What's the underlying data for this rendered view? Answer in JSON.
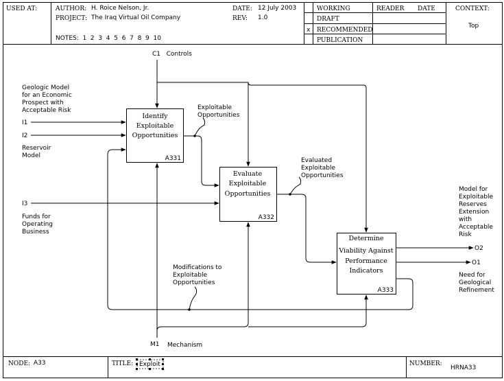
{
  "header": {
    "used_at": "USED AT:",
    "author_label": "AUTHOR:",
    "author": "H. Roice Nelson, Jr.",
    "project_label": "PROJECT:",
    "project": "The Iraq Virtual Oil Company",
    "date_label": "DATE:",
    "date": "12 July 2003",
    "rev_label": "REV:",
    "rev": "1.0",
    "notes": "NOTES:  1  2  3  4  5  6  7  8  9  10",
    "status": [
      "WORKING",
      "DRAFT",
      "RECOMMENDED",
      "PUBLICATION"
    ],
    "status_mark": "x",
    "reader": "READER",
    "reader_date": "DATE",
    "context": "CONTEXT:",
    "context_value": "Top"
  },
  "diagram": {
    "controls": "C1   Controls",
    "mechanism_id": "M1",
    "mechanism": "Mechanism",
    "inputs": [
      {
        "id": "I1",
        "label": [
          "Geologic Model",
          "for an Economic",
          "Prospect with",
          "Acceptable Risk"
        ]
      },
      {
        "id": "I2",
        "label": [
          "Reservoir",
          "Model"
        ]
      },
      {
        "id": "I3",
        "label": [
          "Funds for",
          "Operating",
          "Business"
        ]
      }
    ],
    "outputs": [
      {
        "id": "O2",
        "label": [
          "Model for",
          "Exploitable",
          "Reserves",
          "Extension",
          "with",
          "Acceptable",
          "Risk"
        ]
      },
      {
        "id": "O1",
        "label": [
          "Need for",
          "Geological",
          "Refinement"
        ]
      }
    ],
    "boxes": [
      {
        "id": "A331",
        "lines": [
          "Identify",
          "Exploitable",
          "Opportunities"
        ]
      },
      {
        "id": "A332",
        "lines": [
          "Evaluate",
          "Exploitable",
          "Opportunities"
        ]
      },
      {
        "id": "A333",
        "lines": [
          "Determine",
          "Viability Against",
          "Performance",
          "Indicators"
        ]
      }
    ],
    "arrow_labels": {
      "exploitable": [
        "Exploitable",
        "Opportunities"
      ],
      "evaluated": [
        "Evaluated",
        "Exploitable",
        "Opportunities"
      ],
      "modifications": [
        "Modifications to",
        "Exploitable",
        "Opportunities"
      ]
    }
  },
  "footer": {
    "node_label": "NODE:",
    "node": "A33",
    "title_label": "TITLE:",
    "title": "Exploit",
    "number_label": "NUMBER:",
    "number": "HRNA33"
  }
}
